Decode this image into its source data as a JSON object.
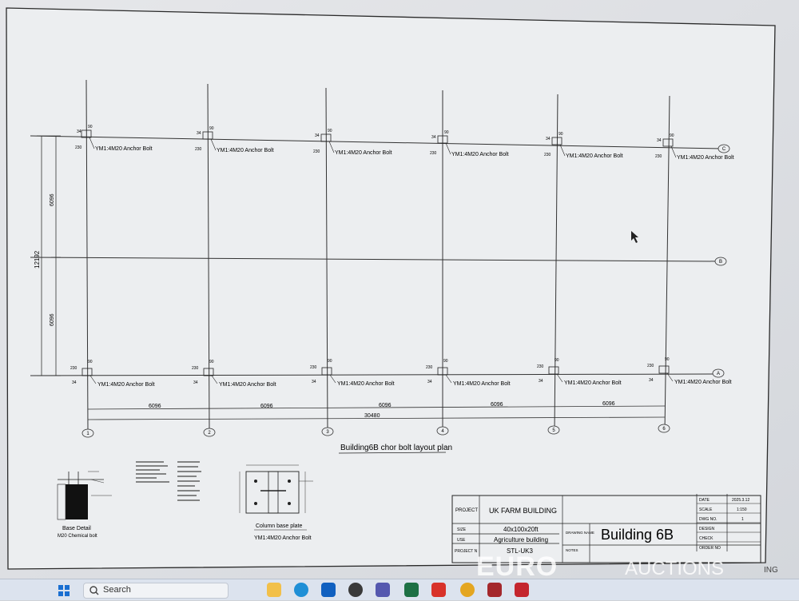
{
  "drawing": {
    "anchor_bolt_label": "YM1:4M20 Anchor Bolt",
    "dim_90": "90",
    "dim_34": "34",
    "dim_230": "230",
    "bay_dim": "6096",
    "span_dim": "6096",
    "total_length": "30480",
    "total_width": "12192",
    "grid_columns": [
      "1",
      "2",
      "3",
      "4",
      "5",
      "6"
    ],
    "grid_rows": [
      "C",
      "B",
      "A"
    ],
    "plan_title": "Building6B chor bolt layout plan",
    "base_detail_title": "Base Detail",
    "base_detail_sub": "M20 Chemical bolt",
    "column_base_title": "Column base plate",
    "column_base_sub": "YM1:4M20 Anchor Bolt"
  },
  "title_block": {
    "project_label": "PROJECT",
    "project_value": "UK FARM BUILDING",
    "size_label": "SIZE",
    "size_value": "40x100x20ft",
    "use_label": "USE",
    "use_value": "Agriculture building",
    "project_no_label": "PROJECT N",
    "project_no_value": "STL-UK3",
    "drawing_name_label": "DRAWING NAME",
    "notes_label": "NOTES",
    "drawing_name_value": "Building 6B",
    "date_label": "DATE",
    "date_value": "2025.3.12",
    "scale_label": "SCALE",
    "scale_value": "1:150",
    "dwg_no_label": "DWG NO.",
    "dwg_no_value": "1",
    "design_label": "DESIGN",
    "check_label": "CHECK",
    "order_label": "ORDER NO"
  },
  "taskbar": {
    "search_label": "Search"
  },
  "watermark": {
    "brand_a": "EURO",
    "brand_b": "AUCTIONS",
    "corner_text": "ING"
  }
}
